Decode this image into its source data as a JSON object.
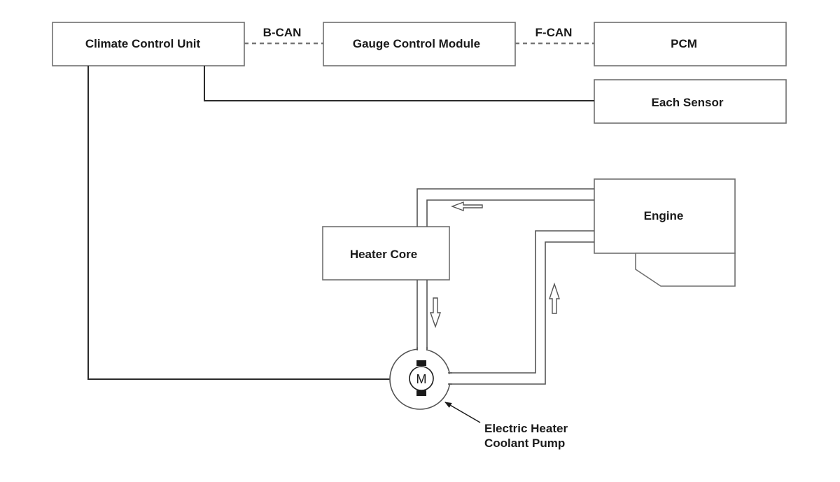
{
  "labels": {
    "climate_control_unit": "Climate Control Unit",
    "gauge_control_module": "Gauge Control Module",
    "pcm": "PCM",
    "each_sensor": "Each Sensor",
    "b_can": "B-CAN",
    "f_can": "F-CAN",
    "heater_core": "Heater Core",
    "engine": "Engine",
    "motor_symbol": "M",
    "pump_label_line1": "Electric Heater",
    "pump_label_line2": "Coolant Pump"
  },
  "colors": {
    "line": "#2a2a2a",
    "box_border": "#6f6f6f",
    "bus_dash": "#777777",
    "background": "#ffffff"
  }
}
